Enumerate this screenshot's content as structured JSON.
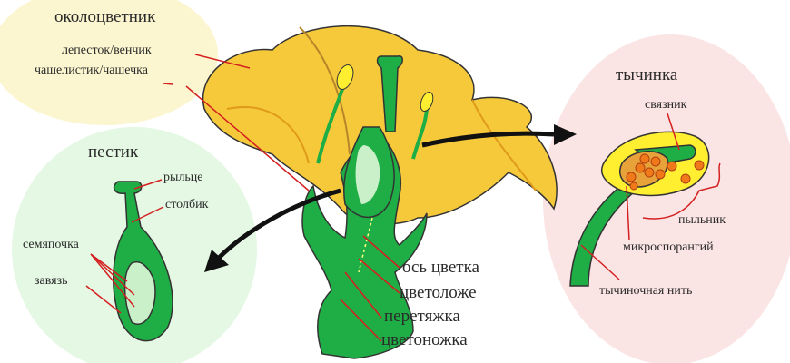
{
  "perianth": {
    "title": "околоцветник",
    "petal": "лепесток/венчик",
    "sepal": "чашелистик/чашечка"
  },
  "pistil": {
    "title": "пестик",
    "stigma": "рыльце",
    "style": "столбик",
    "ovule": "семяпочка",
    "ovary": "завязь"
  },
  "flower": {
    "axis": "ось цветка",
    "receptacle": "цветоложе",
    "constriction": "перетяжка",
    "pedicel": "цветоножка"
  },
  "stamen": {
    "title": "тычинка",
    "connective": "связник",
    "anther": "пыльник",
    "microsporangium": "микроспорангий",
    "filament": "тычиночная нить"
  },
  "colors": {
    "perianth_bg": "#fbf6cf",
    "pistil_bg": "#e3f7e3",
    "stamen_bg": "#fbe3e3",
    "petal": "#f6c93a",
    "green": "#1aa640",
    "pointer": "#d42020"
  }
}
